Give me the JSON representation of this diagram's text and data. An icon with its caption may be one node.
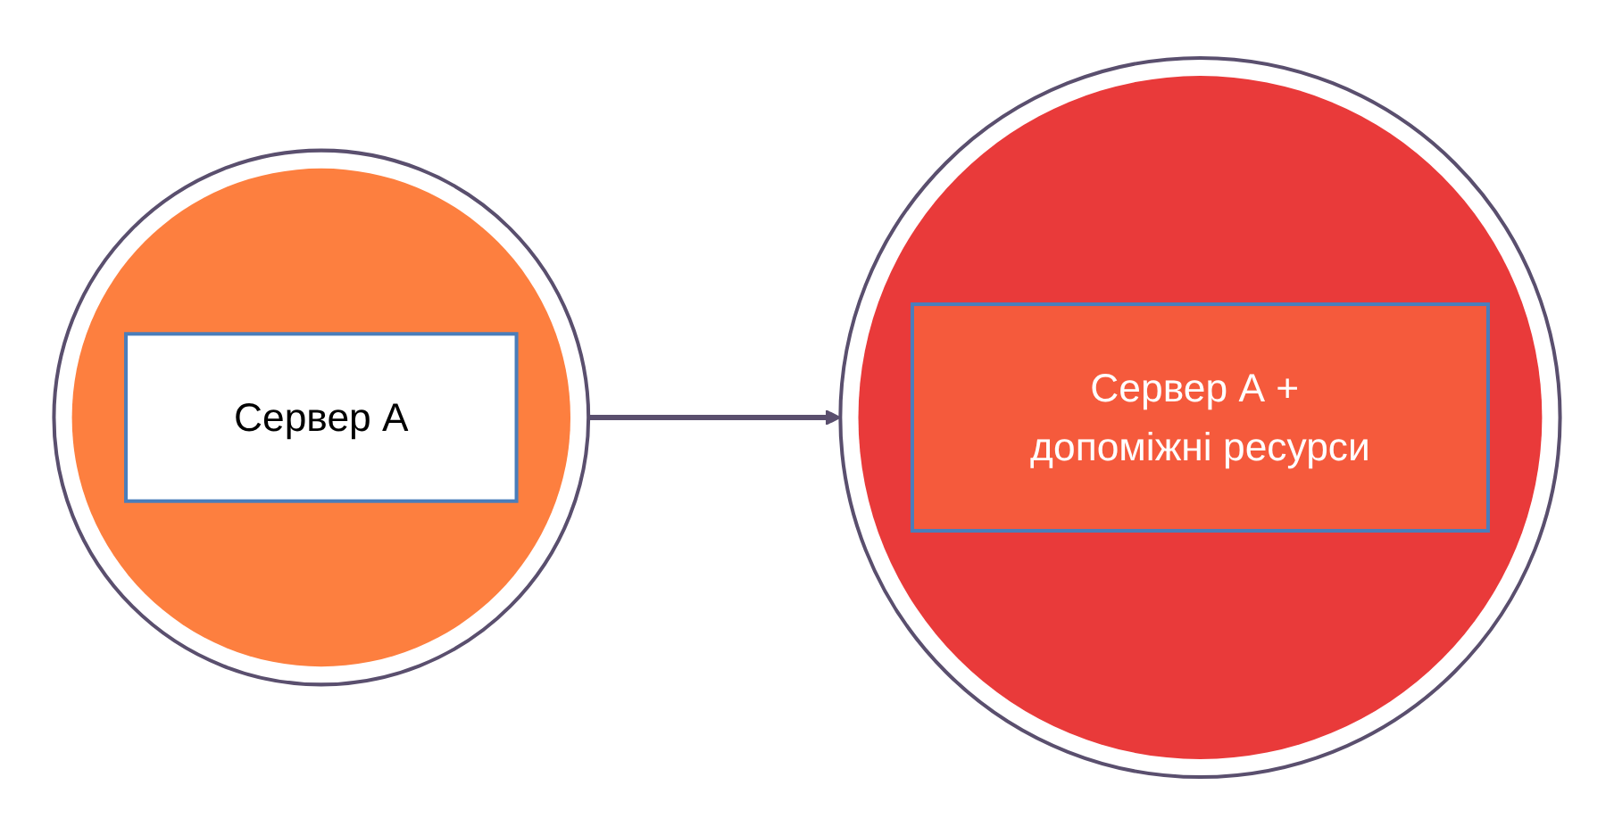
{
  "diagram": {
    "nodes": [
      {
        "text": [],
        "shape": "circle"
      },
      {
        "text": [
          "Сервер А"
        ],
        "in": 0
      },
      {
        "text": [],
        "shape": "circle"
      },
      {
        "text": [
          "Сервер А + допоміжні ресурси"
        ],
        "in": 2
      }
    ],
    "edges": [
      {
        "from": 0,
        "to": 2,
        "arrow": "to"
      }
    ]
  }
}
